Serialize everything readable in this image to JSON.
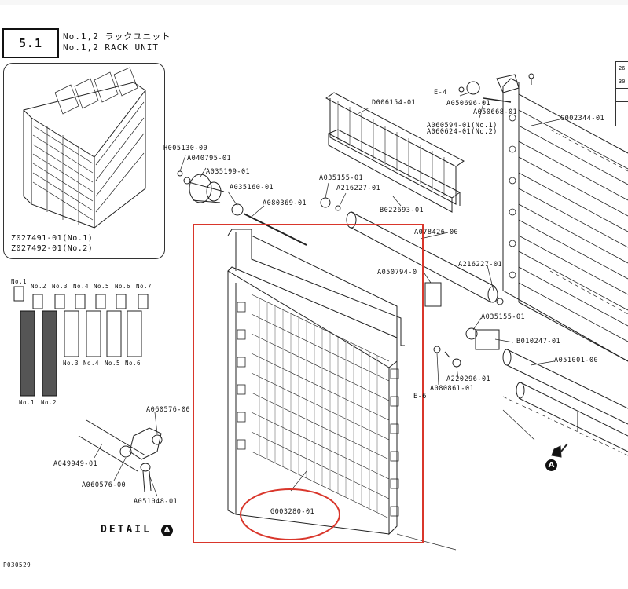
{
  "section": {
    "number": "5.1"
  },
  "title": {
    "line_jp": "No.1,2 ラックユニット",
    "line_en": "No.1,2 RACK UNIT"
  },
  "inset": {
    "part_lines": [
      "Z027491-01(No.1)",
      "Z027492-01(No.2)"
    ],
    "positions_top": [
      "No.1",
      "No.2",
      "No.3",
      "No.4",
      "No.5",
      "No.6",
      "No.7"
    ],
    "positions_mid": [
      "No.3",
      "No.4",
      "No.5",
      "No.6"
    ],
    "positions_bottom": [
      "No.1",
      "No.2"
    ]
  },
  "labels": {
    "h005130": "H005130-00",
    "a040795": "A040795-01",
    "a035199": "A035199-01",
    "a035160": "A035160-01",
    "a080369": "A080369-01",
    "d006154": "D006154-01",
    "a035155_top": "A035155-01",
    "a216227_top": "A216227-01",
    "b022693": "B022693-01",
    "a078426": "A078426-00",
    "a050794": "A050794-0",
    "a216227_right": "A216227-01",
    "a035155_right": "A035155-01",
    "b010247": "B010247-01",
    "a220296": "A220296-01",
    "a080861": "A080861-01",
    "e6": "E-6",
    "a051001": "A051001-00",
    "e4": "E-4",
    "a050696": "A050696-01",
    "a050668": "A050668-01",
    "a060594": "A060594-01(No.1)",
    "a060624": "A060624-01(No.2)",
    "g002344": "G002344-01",
    "g003280": "G003280-01",
    "a060576_a": "A060576-00",
    "a060576_b": "A060576-00",
    "a049949": "A049949-01",
    "a051048": "A051048-01"
  },
  "detail": {
    "label": "DETAIL",
    "marker": "A"
  },
  "arrow_marker": "A",
  "table": [
    "26",
    "30"
  ],
  "footer": {
    "code": "P030529"
  },
  "colors": {
    "highlight": "#d9362b",
    "line": "#222222"
  }
}
